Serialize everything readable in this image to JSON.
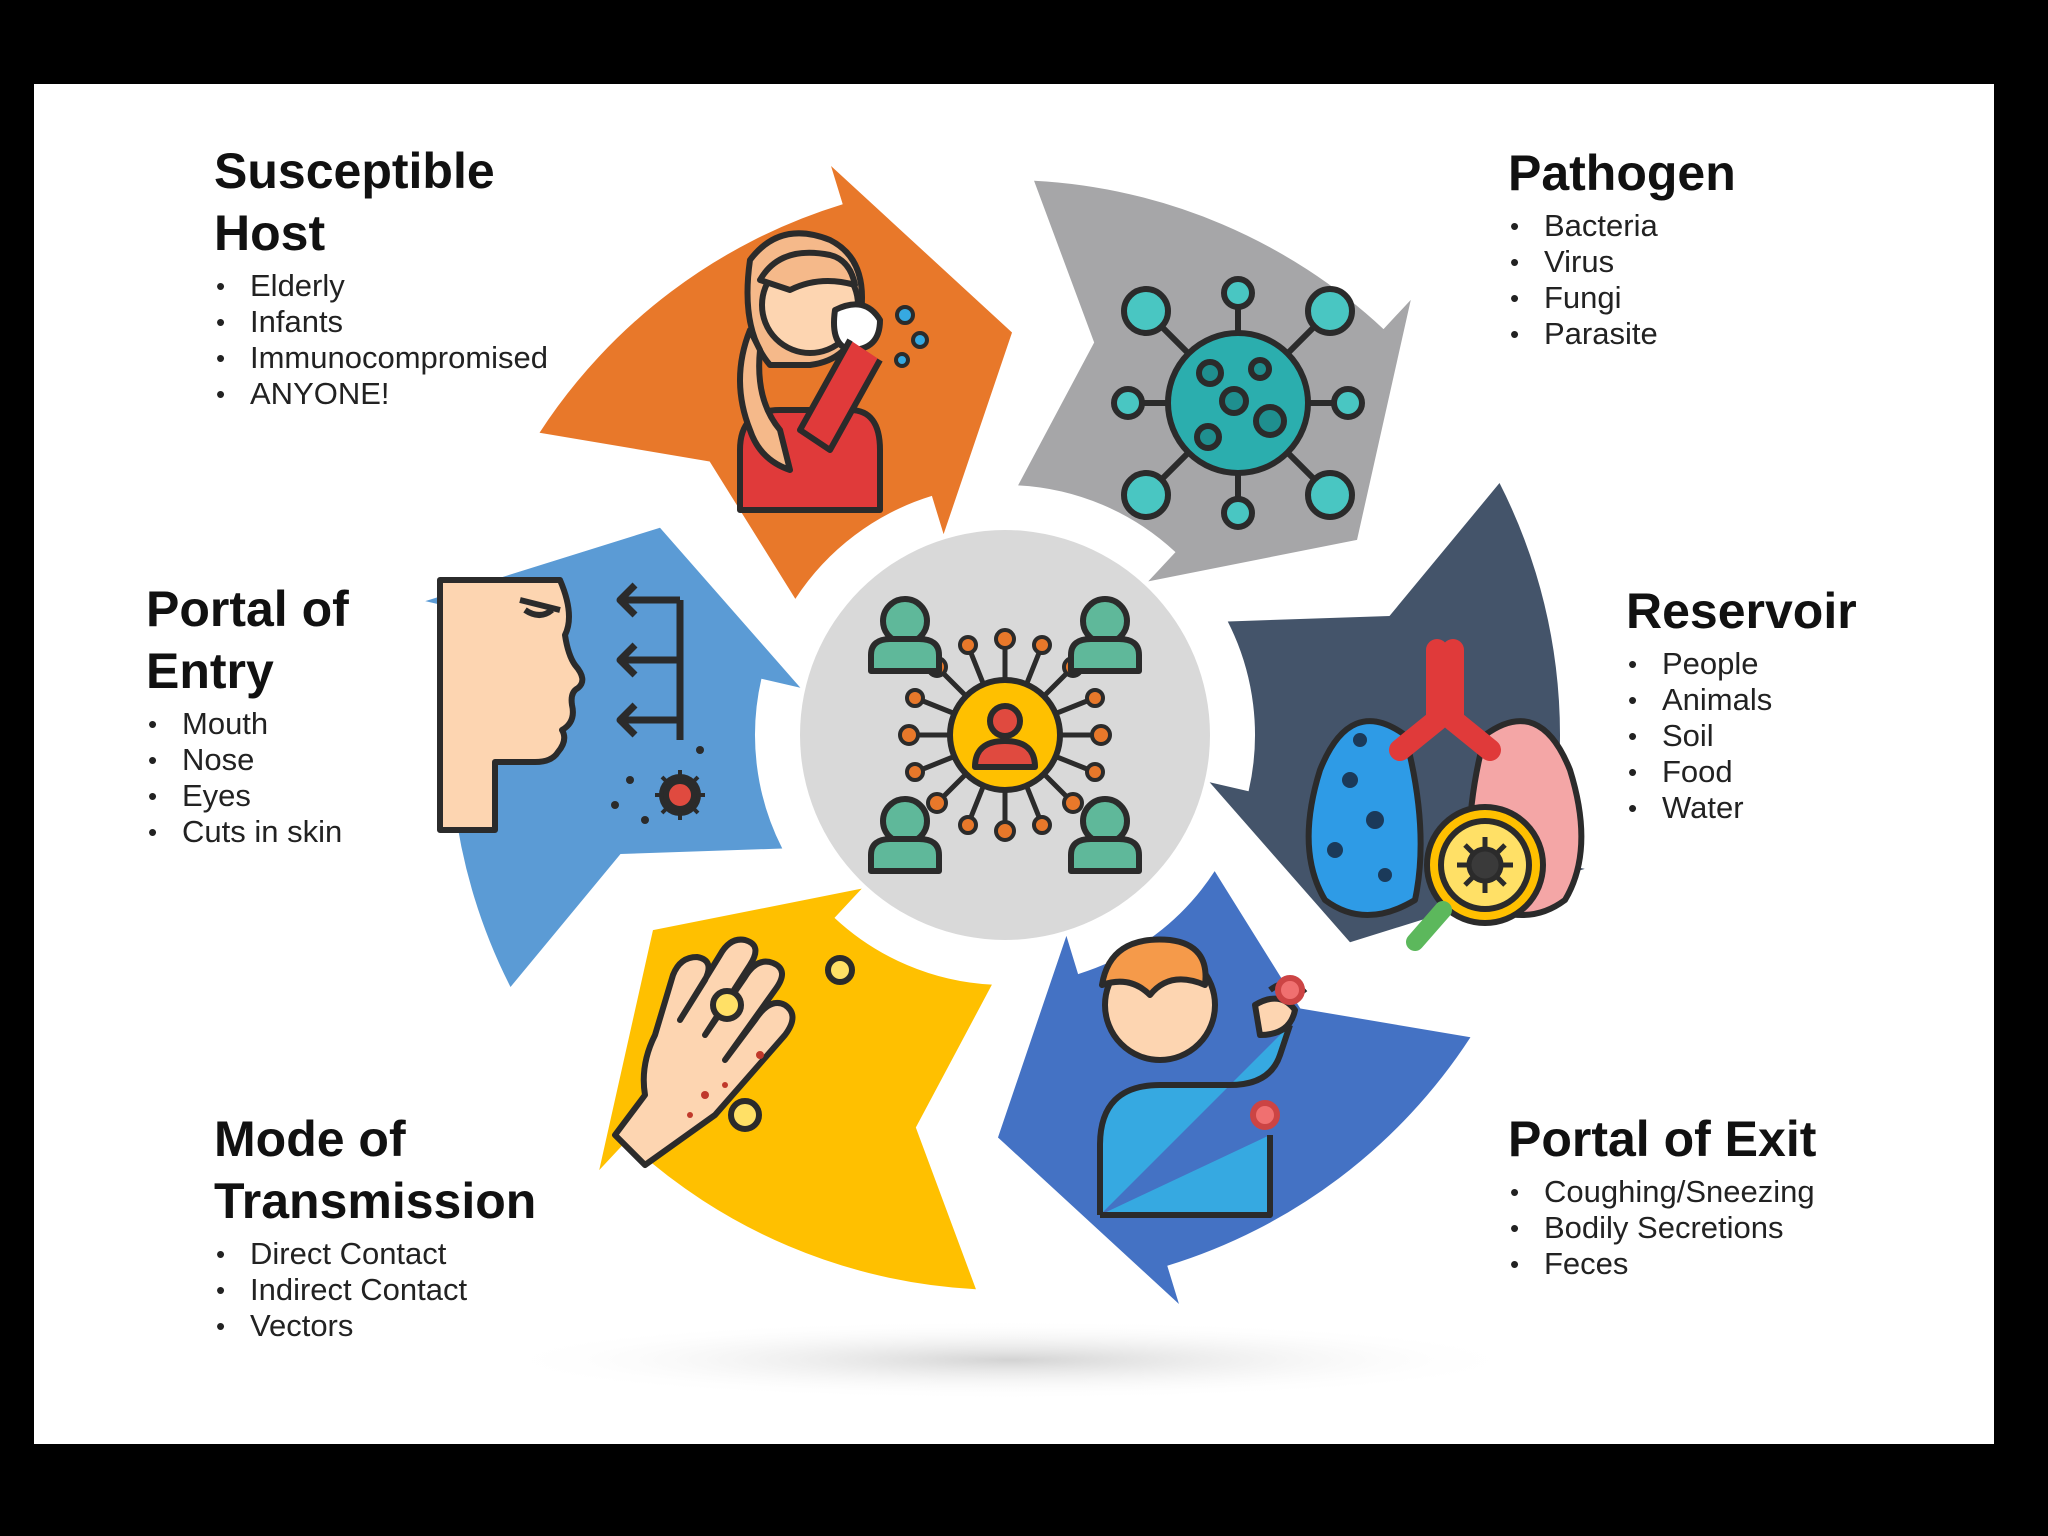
{
  "colors": {
    "susceptible_host": "#E8782A",
    "pathogen": "#A6A6A8",
    "reservoir": "#44546A",
    "portal_of_exit": "#4472C4",
    "mode_of_transmission": "#FFC000",
    "portal_of_entry": "#5B9BD5",
    "center": "#D9D9D9"
  },
  "stages": {
    "susceptible_host": {
      "title": "Susceptible\nHost",
      "items": [
        "Elderly",
        "Infants",
        "Immunocompromised",
        "ANYONE!"
      ],
      "icon": "person-sneezing-icon"
    },
    "pathogen": {
      "title": "Pathogen",
      "items": [
        "Bacteria",
        "Virus",
        "Fungi",
        "Parasite"
      ],
      "icon": "virus-icon"
    },
    "reservoir": {
      "title": "Reservoir",
      "items": [
        "People",
        "Animals",
        "Soil",
        "Food",
        "Water"
      ],
      "icon": "lungs-magnifier-icon"
    },
    "portal_of_exit": {
      "title": "Portal of Exit",
      "items": [
        "Coughing/Sneezing",
        "Bodily Secretions",
        "Feces"
      ],
      "icon": "person-coughing-icon"
    },
    "mode_of_transmission": {
      "title": "Mode of\nTransmission",
      "items": [
        "Direct Contact",
        "Indirect  Contact",
        "Vectors"
      ],
      "icon": "contaminated-hand-icon"
    },
    "portal_of_entry": {
      "title": "Portal of\nEntry",
      "items": [
        "Mouth",
        "Nose",
        "Eyes",
        "Cuts in skin"
      ],
      "icon": "face-profile-inhale-icon"
    }
  },
  "center": {
    "icon": "people-network-icon"
  }
}
